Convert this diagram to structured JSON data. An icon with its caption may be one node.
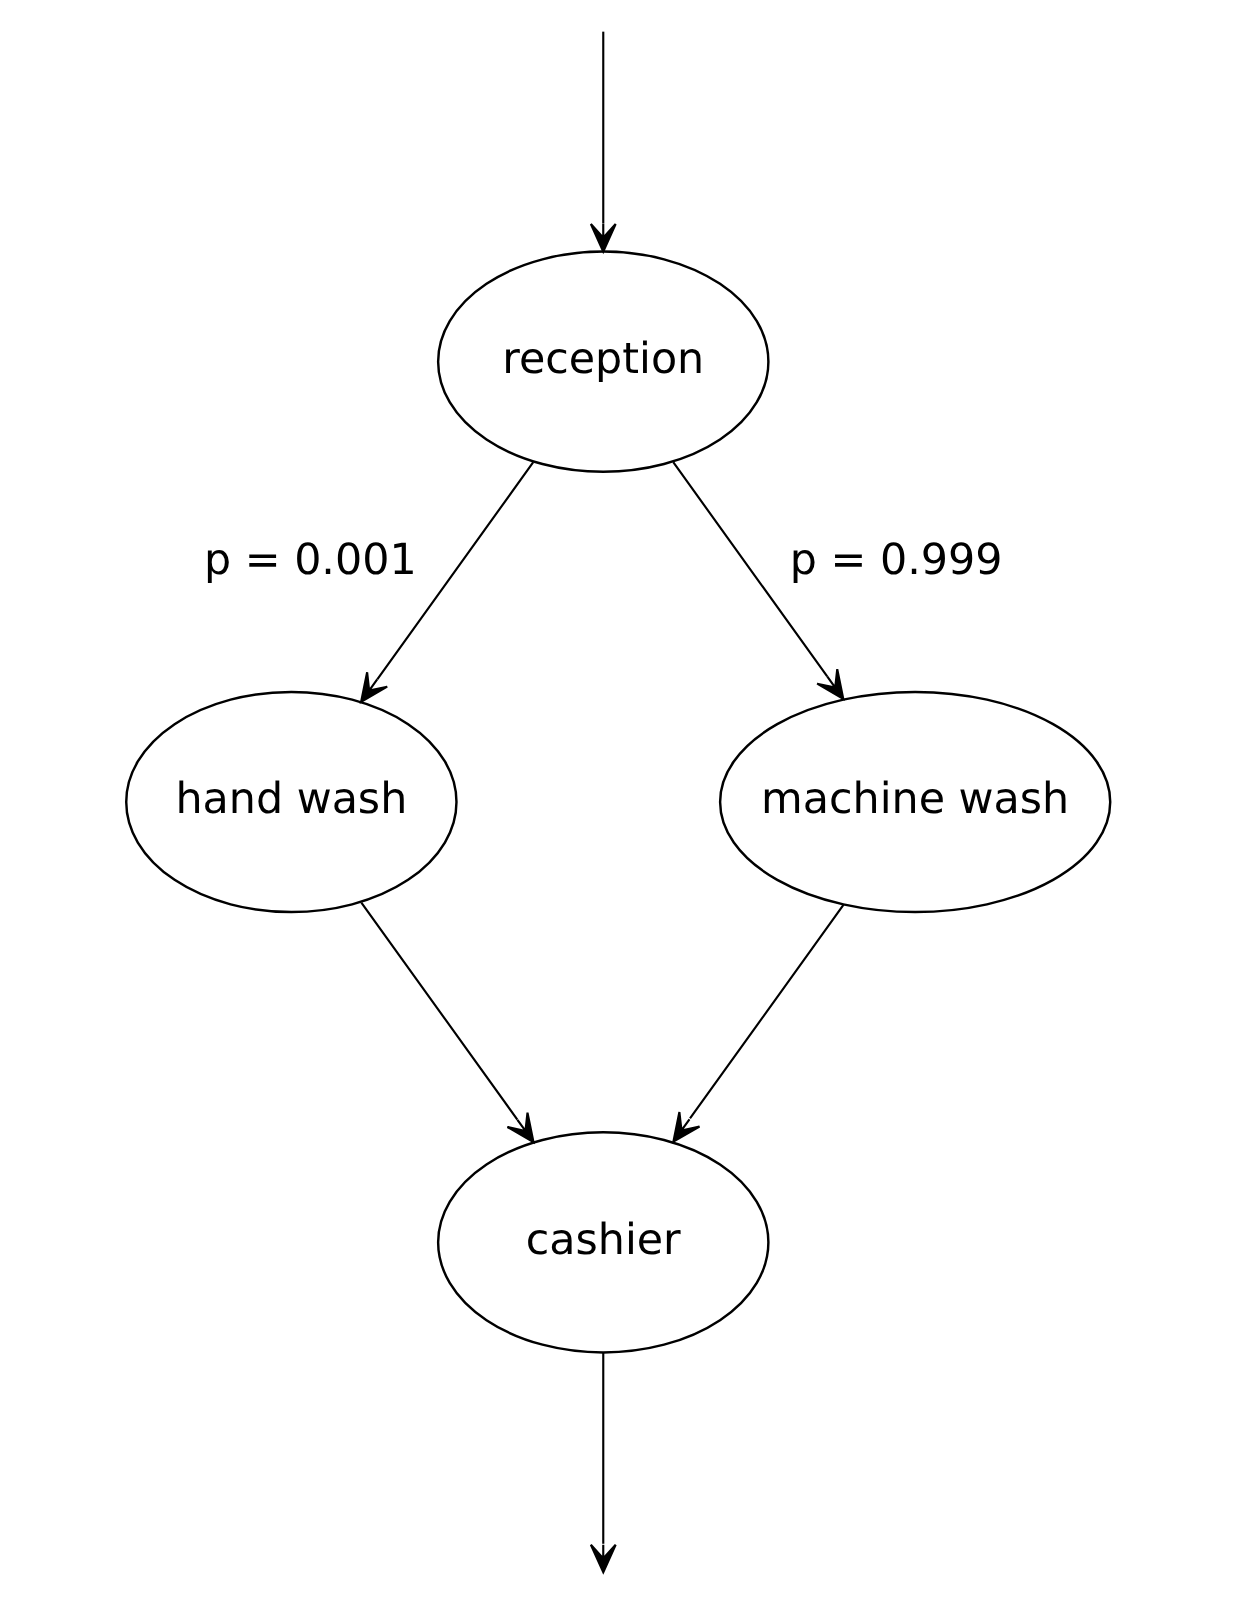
{
  "diagram": {
    "nodes": [
      {
        "text": [
          "reception"
        ]
      },
      {
        "text": [
          "hand wash"
        ]
      },
      {
        "text": [
          "machine wash"
        ]
      },
      {
        "text": [
          "cashier"
        ]
      }
    ],
    "edges": [
      {
        "from": null,
        "to": 0,
        "arrow": "to"
      },
      {
        "from": 0,
        "to": 1,
        "arrow": "to",
        "label": "p = 0.001"
      },
      {
        "from": 0,
        "to": 2,
        "arrow": "to",
        "label": "p = 0.999"
      },
      {
        "from": 1,
        "to": 3,
        "arrow": "to"
      },
      {
        "from": 2,
        "to": 3,
        "arrow": "to"
      },
      {
        "from": 3,
        "to": null,
        "arrow": "to"
      }
    ]
  }
}
